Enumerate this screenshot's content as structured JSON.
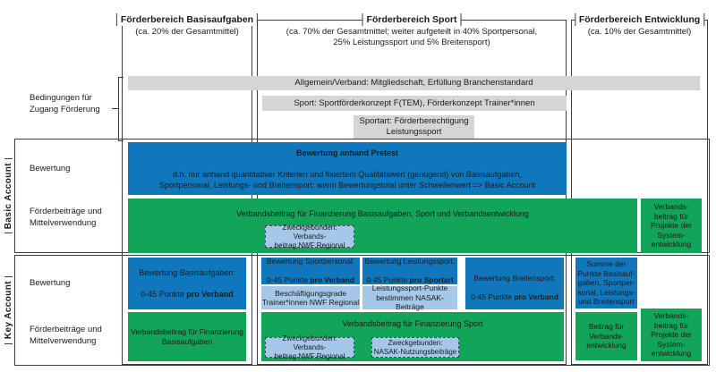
{
  "palette": {
    "blue": "#1177bd",
    "green": "#12a457",
    "light_blue": "#a5c8e9",
    "gray_bar": "#d5d5d5",
    "line": "#3c3c3c"
  },
  "columns": [
    {
      "title": "Förderbereich Basisaufgaben",
      "subtitle": "(ca. 20% der Gesamtmittel)"
    },
    {
      "title": "Förderbereich Sport",
      "subtitle": "(ca. 70% der Gesamtmittel; weiter aufgeteilt in 40% Sportpersonal,\n25% Leistungssport und 5% Breitensport)"
    },
    {
      "title": "Förderbereich Entwicklung",
      "subtitle": "(ca. 10% der Gesamtmittel)"
    }
  ],
  "conditions": {
    "label": "Bedingungen für\nZugang Förderung",
    "bar_allgemein": "Allgemein/Verband: Mitgliedschaft, Erfüllung Branchenstandard",
    "bar_sport": "Sport: Sportförderkonzept F(TEM), Förderkonzept Trainer*innen",
    "bar_sportart": "Sportart: Förderberechtigung\nLeistungssport"
  },
  "rows": {
    "bewertung": "Bewertung",
    "foerderbeitraege": "Förderbeiträge und\nMittelverwendung"
  },
  "basic_account": {
    "label": "Basic Account",
    "pretest_title": "Bewertung anhand Pretest",
    "pretest_body": "d.h. nur anhand quantitativer Kriterien und fixiertem Qualitätswert (genügend) von Basisaufgaben,\nSportpersonal, Leistungs- und Breitensport: wenn Bewertungstotal unter Schwellenwert => Basic Account",
    "green_bar": "Verbandsbeitrag für Finanzierung Basisaufgaben, Sport und Verbandsentwicklung",
    "dashed_nwf": "Zweckgebunden: Verbands-\nbeitrag NWF Regional",
    "system_box": "Verbands-\nbeitrag für\nProjekte der\nSystem-\nentwicklung"
  },
  "key_account": {
    "label": "Key Account",
    "basisaufgaben": {
      "title": "Bewertung Basisaufgaben:",
      "points": "0-45 Punkte",
      "points_bold": "pro Verband",
      "green": "Verbandsbeitrag für Finanzierung\nBasisaufgaben"
    },
    "sportpersonal": {
      "title": "Bewertung Sportpersonal:",
      "points": "0-45 Punkte",
      "points_bold": "pro Verband",
      "sub": "Beschäftigungsgrade\nTrainer*innen NWF Regional"
    },
    "leistungssport": {
      "title": "Bewertung Leistungssport:",
      "points": "0-45 Punkte",
      "points_bold": "pro Sportart",
      "sub": "Leistungssport-Punkte\nbestimmen NASAK-Beiträge"
    },
    "breitensport": {
      "title": "Bewertung Breitensport:",
      "points": "0-45 Punkte",
      "points_bold": "pro Verband"
    },
    "green_sport": "Verbandsbeitrag für Finanzierung Sport",
    "dashed_nwf": "Zweckgebunden: Verbands-\nbeitrag NWF Regional",
    "dashed_nasak": "Zweckgebunden:\nNASAK-Nutzungsbeiträge",
    "summe_box": "Summe der\nPunkte Basisauf-\ngaben, Sportper-\nsonal, Leistungs-\nund Breitensport",
    "beitrag_box": "Beitrag für\nVerbands-\nentwicklung",
    "system_box": "Verbands-\nbeitrag für\nProjekte der\nSystem-\nentwicklung"
  }
}
